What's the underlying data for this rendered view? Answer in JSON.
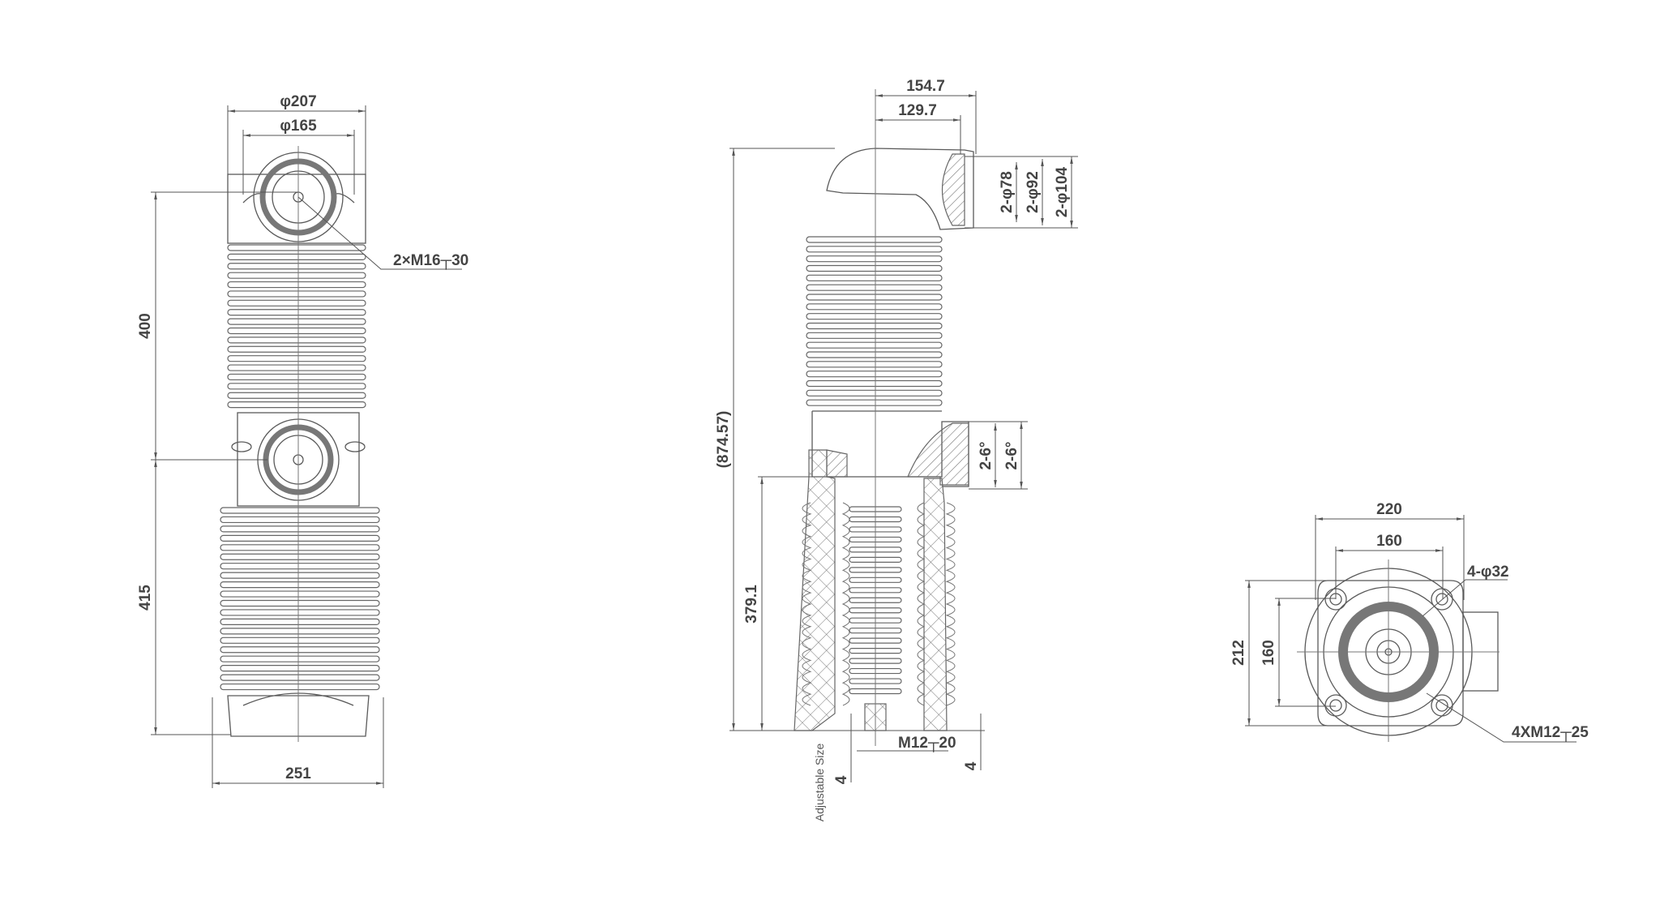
{
  "views": {
    "front": {
      "dims": {
        "outer_diameter": "φ207",
        "inner_diameter": "φ165",
        "thread_callout": "2×M16┬30",
        "upper_height": "400",
        "lower_height": "415",
        "base_width": "251"
      }
    },
    "side": {
      "dims": {
        "width_outer": "154.7",
        "width_inner": "129.7",
        "dia_78": "2-φ78",
        "dia_92": "2-φ92",
        "dia_104": "2-φ104",
        "angle_1": "2-6°",
        "angle_2": "2-6°",
        "total_height": "(874.57)",
        "lower_height": "379.1",
        "thread_bottom": "M12┬20",
        "gap_left": "4",
        "gap_right": "4",
        "adjustable_label": "Adjustable Size"
      }
    },
    "bottom": {
      "dims": {
        "flange_width": "220",
        "bolt_spacing_x": "160",
        "flange_height": "212",
        "bolt_spacing_y": "160",
        "hole_callout": "4-φ32",
        "thread_callout": "4XM12┬25"
      }
    }
  },
  "colors": {
    "line": "#5a5a5a",
    "background": "#ffffff"
  }
}
